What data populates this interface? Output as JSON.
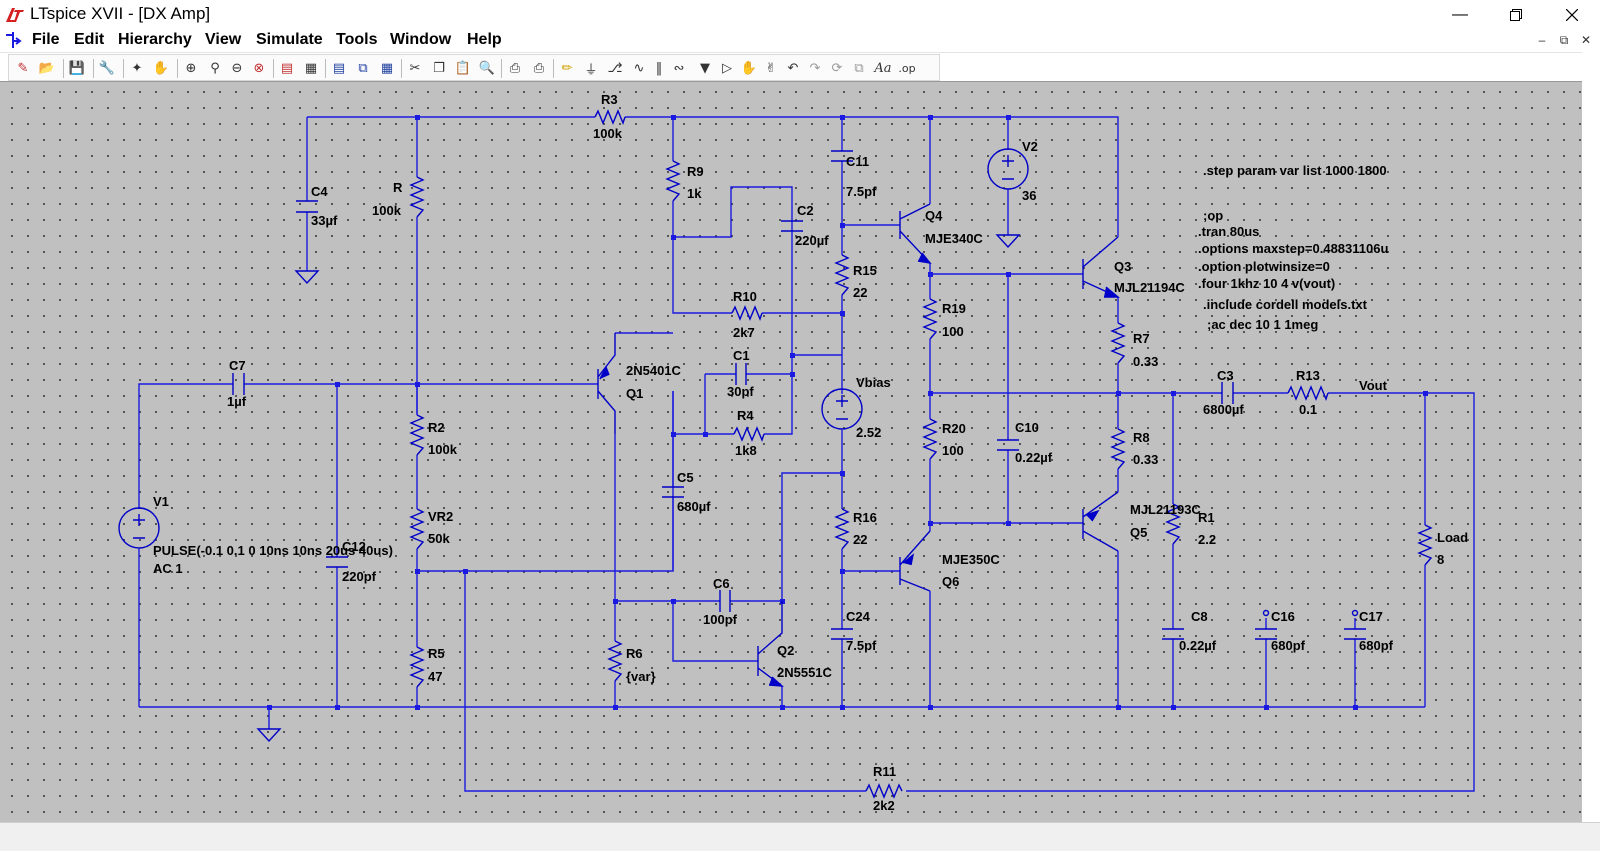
{
  "window": {
    "title": "LTspice XVII - [DX Amp]"
  },
  "menu": [
    {
      "label": "File",
      "accel": "F"
    },
    {
      "label": "Edit",
      "accel": "E"
    },
    {
      "label": "Hierarchy",
      "accel": "H"
    },
    {
      "label": "View",
      "accel": "V"
    },
    {
      "label": "Simulate",
      "accel": "S"
    },
    {
      "label": "Tools",
      "accel": "T"
    },
    {
      "label": "Window",
      "accel": "W"
    },
    {
      "label": "Help",
      "accel": "H"
    }
  ],
  "status": "",
  "colors": {
    "wire": "#1a1ae0",
    "component": "#0000c8",
    "background": "#c0c0c0",
    "text": "#000000"
  },
  "components": {
    "R3": {
      "name": "R3",
      "value": "100k"
    },
    "R": {
      "name": "R",
      "value": "100k"
    },
    "C4": {
      "name": "C4",
      "value": "33µf"
    },
    "R9": {
      "name": "R9",
      "value": "1k"
    },
    "C11": {
      "name": "C11",
      "value": "7.5pf"
    },
    "C2": {
      "name": "C2",
      "value": "220µf"
    },
    "Q4": {
      "name": "Q4",
      "value": "MJE340C"
    },
    "V2": {
      "name": "V2",
      "value": "36"
    },
    "R15": {
      "name": "R15",
      "value": "22"
    },
    "R10": {
      "name": "R10",
      "value": "2k7"
    },
    "R19": {
      "name": "R19",
      "value": "100"
    },
    "Q3": {
      "name": "Q3",
      "value": "MJL21194C"
    },
    "R7": {
      "name": "R7",
      "value": "0.33"
    },
    "C7": {
      "name": "C7",
      "value": "1µf"
    },
    "Q1": {
      "name": "Q1",
      "value": "2N5401C"
    },
    "C1": {
      "name": "C1",
      "value": "30pf"
    },
    "Vbias": {
      "name": "Vbias",
      "value": "2.52"
    },
    "C3": {
      "name": "C3",
      "value": "6800µf"
    },
    "R13": {
      "name": "R13",
      "value": "0.1"
    },
    "Vout": {
      "name": "Vout"
    },
    "R2": {
      "name": "R2",
      "value": "100k"
    },
    "R4": {
      "name": "R4",
      "value": "1k8"
    },
    "R20": {
      "name": "R20",
      "value": "100"
    },
    "C10": {
      "name": "C10",
      "value": "0.22µf"
    },
    "R8": {
      "name": "R8",
      "value": "0.33"
    },
    "C5": {
      "name": "C5",
      "value": "680µf"
    },
    "V1": {
      "name": "V1",
      "value": "PULSE(-0.1 0.1 0 10ns 10ns 20us 40us)",
      "value2": "AC 1"
    },
    "VR2": {
      "name": "VR2",
      "value": "50k"
    },
    "C12": {
      "name": "C12",
      "value": "220pf"
    },
    "R16": {
      "name": "R16",
      "value": "22"
    },
    "Q5": {
      "name": "Q5",
      "value": "MJL21193C"
    },
    "R1": {
      "name": "R1",
      "value": "2.2"
    },
    "Load": {
      "name": "Load",
      "value": "8"
    },
    "Q6": {
      "name": "Q6",
      "value": "MJE350C"
    },
    "C6": {
      "name": "C6",
      "value": "100pf"
    },
    "C24": {
      "name": "C24",
      "value": "7.5pf"
    },
    "C8": {
      "name": "C8",
      "value": "0.22µf"
    },
    "C16": {
      "name": "C16",
      "value": "680pf"
    },
    "C17": {
      "name": "C17",
      "value": "680pf"
    },
    "R5": {
      "name": "R5",
      "value": "47"
    },
    "R6": {
      "name": "R6",
      "value": "{var}"
    },
    "Q2": {
      "name": "Q2",
      "value": "2N5551C"
    },
    "R11": {
      "name": "R11",
      "value": "2k2"
    }
  },
  "directives": [
    ".step param var list 1000 1800",
    ";op",
    ".tran 80us",
    ".options maxstep=0.48831106u",
    ".option plotwinsize=0",
    ".four 1khz 10 4 v(vout)",
    ".include cordell models.txt",
    ";ac dec 10 1 1meg"
  ]
}
